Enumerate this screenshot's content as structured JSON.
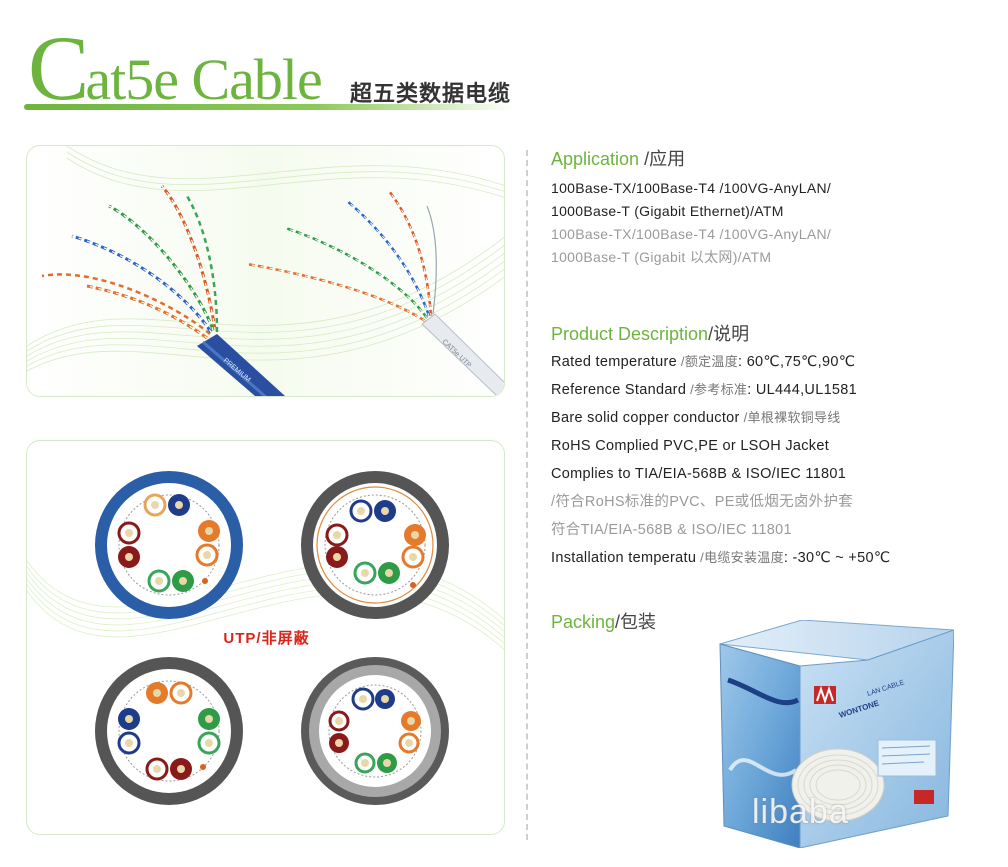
{
  "header": {
    "title_initial": "C",
    "title_rest": "at5e Cable",
    "title_cn": "超五类数据电缆"
  },
  "figures": {
    "utp_label": "UTP/非屏蔽",
    "cable_print_left": "PREMIUM",
    "cable_print_right": "CAT5e UTP"
  },
  "application": {
    "title_en": "Application",
    "title_cn": "/应用",
    "lines": [
      "100Base-TX/100Base-T4 /100VG-AnyLAN/",
      "1000Base-T (Gigabit Ethernet)/ATM",
      "100Base-TX/100Base-T4 /100VG-AnyLAN/",
      "1000Base-T (Gigabit 以太网)/ATM"
    ]
  },
  "description": {
    "title_en": "Product Description",
    "title_cn": "/说明",
    "items": [
      {
        "en": "Rated temperature",
        "cn": " /额定温度",
        "value": ": 60℃,75℃,90℃"
      },
      {
        "en": "Reference Standard",
        "cn": " /参考标准",
        "value": ": UL444,UL1581"
      },
      {
        "en": "Bare solid copper conductor",
        "cn": " /单根裸软铜导线",
        "value": ""
      },
      {
        "en": "RoHS Complied PVC,PE or LSOH Jacket",
        "cn": "",
        "value": ""
      },
      {
        "en": "Complies to TIA/EIA-568B & ISO/IEC 11801",
        "cn": "",
        "value": ""
      },
      {
        "en": "",
        "cn": "/符合RoHS标准的PVC、PE或低烟无卤外护套",
        "value": ""
      },
      {
        "en": "",
        "cn": "符合TIA/EIA-568B & ISO/IEC 11801",
        "value": ""
      },
      {
        "en": "Installation temperatu",
        "cn": " /电缆安装温度",
        "value": ": -30℃ ~ +50℃"
      }
    ]
  },
  "packing": {
    "title_en": "Packing",
    "title_cn": "/包装",
    "box_brand": "WONTONE",
    "box_product": "LAN CABLE",
    "watermark": "libaba"
  },
  "colors": {
    "brand_green": "#6db43e",
    "utp_red": "#d9261c",
    "jacket_blue": "#2a5fa8",
    "jacket_dark": "#555555",
    "jacket_grey": "#9a9a9a"
  }
}
